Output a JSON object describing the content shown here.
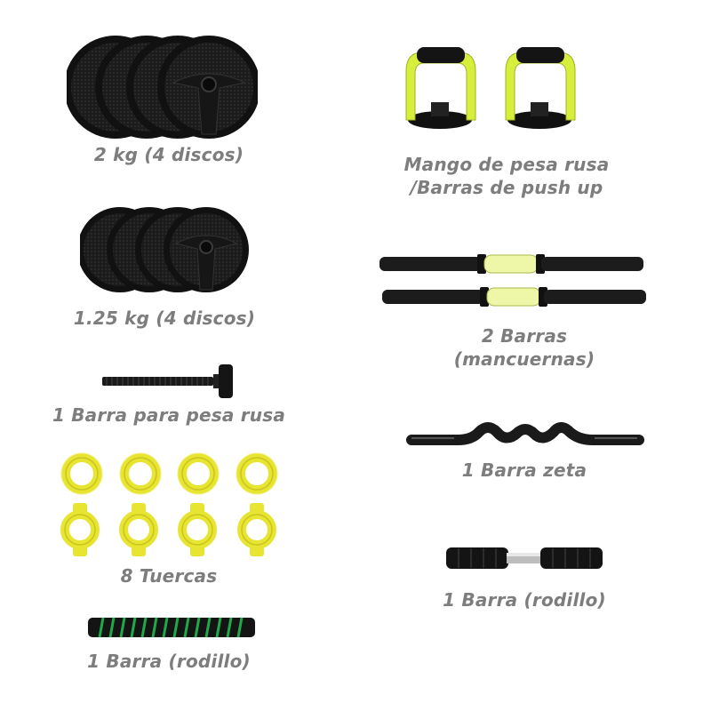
{
  "items": {
    "plates_2kg": {
      "label": "2 kg (4 discos)"
    },
    "plates_125kg": {
      "label": "1.25 kg (4 discos)"
    },
    "kettlebell_bar": {
      "label": "1 Barra para pesa rusa"
    },
    "nuts": {
      "label": "8 Tuercas"
    },
    "roller_left": {
      "label": "1 Barra (rodillo)"
    },
    "handles": {
      "label_line1": "Mango de pesa rusa",
      "label_line2": "/Barras de push up"
    },
    "dumbbell_bars": {
      "label_line1": "2 Barras",
      "label_line2": "(mancuernas)"
    },
    "zeta_bar": {
      "label": "1 Barra zeta"
    },
    "roller_right": {
      "label": "1 Barra (rodillo)"
    }
  },
  "colors": {
    "caption": "#7d7d7d",
    "accent": "#d7ef3c",
    "nut": "#e7e432",
    "foam_green": "#1fa94a",
    "plate": "#1a1a1a"
  },
  "icons": [
    "weight-plate-icon",
    "push-up-handle-icon",
    "dumbbell-bar-icon",
    "threaded-bar-icon",
    "nut-icon",
    "foam-roller-icon",
    "ez-curl-bar-icon"
  ]
}
